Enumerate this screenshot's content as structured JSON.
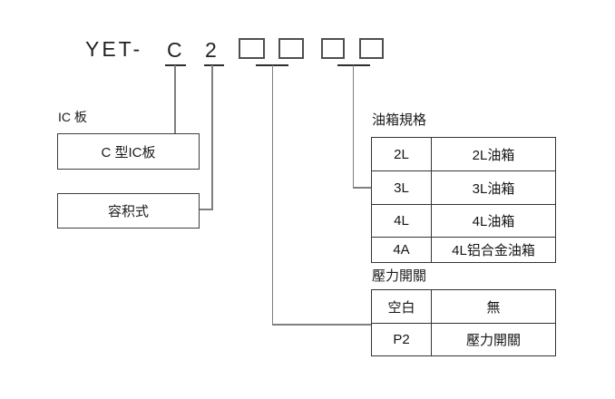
{
  "diagram": {
    "model_prefix": "YET-",
    "code_segments": [
      {
        "text": "C"
      },
      {
        "text": "2"
      }
    ],
    "placeholder_boxes": 4,
    "ic_board": {
      "label": "IC 板",
      "value": "C 型IC板"
    },
    "volumetric": {
      "value": "容积式"
    },
    "tank_spec": {
      "label": "油箱規格",
      "rows": [
        {
          "code": "2L",
          "desc": "2L油箱"
        },
        {
          "code": "3L",
          "desc": "3L油箱"
        },
        {
          "code": "4L",
          "desc": "4L油箱"
        },
        {
          "code": "4A",
          "desc": "4L铝合金油箱"
        }
      ]
    },
    "pressure_switch": {
      "label": "壓力開關",
      "rows": [
        {
          "code": "空白",
          "desc": "無"
        },
        {
          "code": "P2",
          "desc": "壓力開關"
        }
      ]
    }
  },
  "colors": {
    "background": "#ffffff",
    "text": "#1a1a1a",
    "placeholder_box_border": "#4f4f4f",
    "table_border": "#333333",
    "connector_line": "#7f7f7f",
    "tick_line": "#2e2e2e"
  }
}
